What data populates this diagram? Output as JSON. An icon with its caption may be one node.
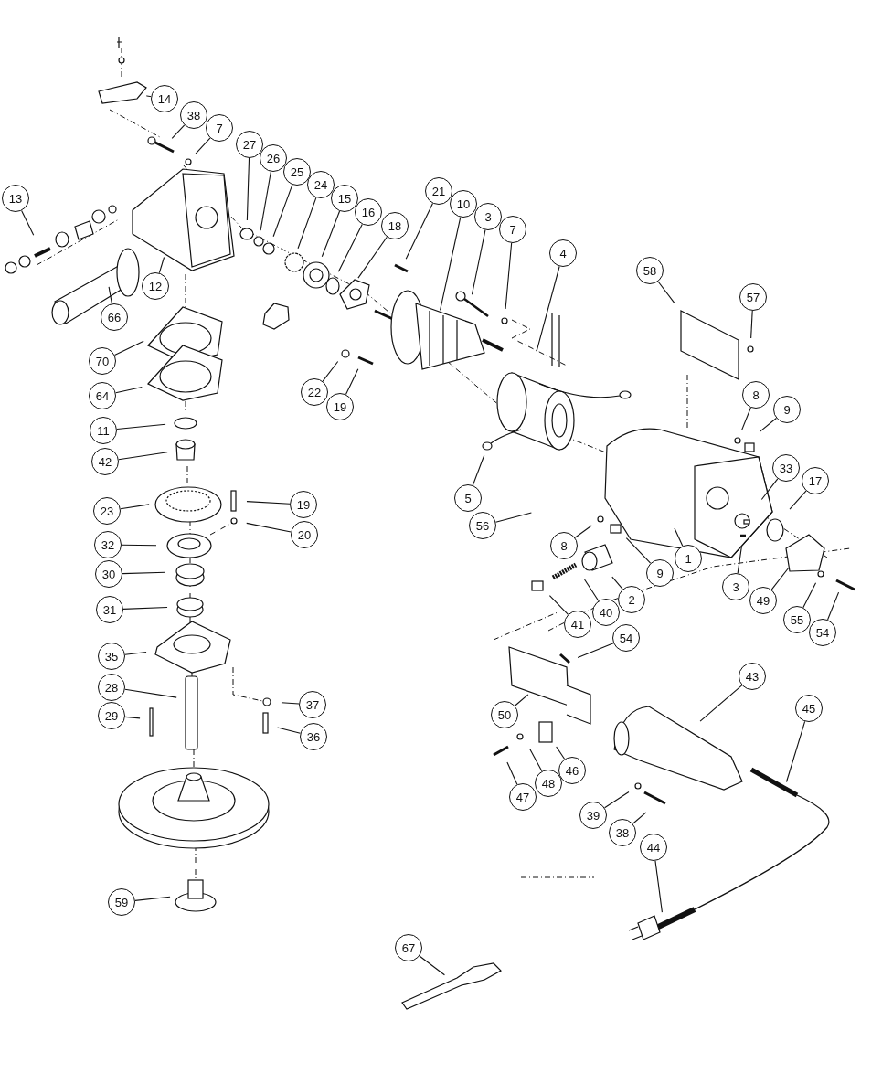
{
  "diagram": {
    "nodes": [
      {
        "text": [
          "14"
        ]
      },
      {
        "text": [
          "38"
        ]
      },
      {
        "text": [
          "7"
        ]
      },
      {
        "text": [
          "27"
        ]
      },
      {
        "text": [
          "26"
        ]
      },
      {
        "text": [
          "25"
        ]
      },
      {
        "text": [
          "24"
        ]
      },
      {
        "text": [
          "15"
        ]
      },
      {
        "text": [
          "16"
        ]
      },
      {
        "text": [
          "18"
        ]
      },
      {
        "text": [
          "21"
        ]
      },
      {
        "text": [
          "10"
        ]
      },
      {
        "text": [
          "3"
        ]
      },
      {
        "text": [
          "7"
        ]
      },
      {
        "text": [
          "4"
        ]
      },
      {
        "text": [
          "58"
        ]
      },
      {
        "text": [
          "57"
        ]
      },
      {
        "text": [
          "13"
        ]
      },
      {
        "text": [
          "12"
        ]
      },
      {
        "text": [
          "66"
        ]
      },
      {
        "text": [
          "70"
        ]
      },
      {
        "text": [
          "64"
        ]
      },
      {
        "text": [
          "11"
        ]
      },
      {
        "text": [
          "42"
        ]
      },
      {
        "text": [
          "23"
        ]
      },
      {
        "text": [
          "32"
        ]
      },
      {
        "text": [
          "30"
        ]
      },
      {
        "text": [
          "31"
        ]
      },
      {
        "text": [
          "35"
        ]
      },
      {
        "text": [
          "28"
        ]
      },
      {
        "text": [
          "29"
        ]
      },
      {
        "text": [
          "19"
        ]
      },
      {
        "text": [
          "20"
        ]
      },
      {
        "text": [
          "37"
        ]
      },
      {
        "text": [
          "36"
        ]
      },
      {
        "text": [
          "22"
        ]
      },
      {
        "text": [
          "19"
        ]
      },
      {
        "text": [
          "5"
        ]
      },
      {
        "text": [
          "56"
        ]
      },
      {
        "text": [
          "8"
        ]
      },
      {
        "text": [
          "9"
        ]
      },
      {
        "text": [
          "1"
        ]
      },
      {
        "text": [
          "2"
        ]
      },
      {
        "text": [
          "40"
        ]
      },
      {
        "text": [
          "41"
        ]
      },
      {
        "text": [
          "3"
        ]
      },
      {
        "text": [
          "49"
        ]
      },
      {
        "text": [
          "55"
        ]
      },
      {
        "text": [
          "54"
        ]
      },
      {
        "text": [
          "33"
        ]
      },
      {
        "text": [
          "17"
        ]
      },
      {
        "text": [
          "8"
        ]
      },
      {
        "text": [
          "9"
        ]
      },
      {
        "text": [
          "54"
        ]
      },
      {
        "text": [
          "50"
        ]
      },
      {
        "text": [
          "46"
        ]
      },
      {
        "text": [
          "48"
        ]
      },
      {
        "text": [
          "47"
        ]
      },
      {
        "text": [
          "43"
        ]
      },
      {
        "text": [
          "45"
        ]
      },
      {
        "text": [
          "39"
        ]
      },
      {
        "text": [
          "38"
        ]
      },
      {
        "text": [
          "44"
        ]
      },
      {
        "text": [
          "59"
        ]
      },
      {
        "text": [
          "67"
        ]
      }
    ],
    "edges": [
      {
        "from": 0,
        "to": null,
        "arrow": "none",
        "style": "dashed"
      },
      {
        "from": 1,
        "to": null,
        "arrow": "none"
      },
      {
        "from": 2,
        "to": null,
        "arrow": "none"
      },
      {
        "from": 3,
        "to": null,
        "arrow": "none"
      },
      {
        "from": 4,
        "to": null,
        "arrow": "none"
      },
      {
        "from": 5,
        "to": null,
        "arrow": "none"
      },
      {
        "from": 6,
        "to": null,
        "arrow": "none"
      },
      {
        "from": 7,
        "to": null,
        "arrow": "none"
      },
      {
        "from": 8,
        "to": null,
        "arrow": "none"
      },
      {
        "from": 9,
        "to": null,
        "arrow": "none"
      },
      {
        "from": 10,
        "to": null,
        "arrow": "none"
      },
      {
        "from": 11,
        "to": null,
        "arrow": "none"
      },
      {
        "from": 12,
        "to": null,
        "arrow": "none"
      },
      {
        "from": 13,
        "to": null,
        "arrow": "none"
      },
      {
        "from": 14,
        "to": null,
        "arrow": "none"
      },
      {
        "from": 15,
        "to": null,
        "arrow": "none"
      },
      {
        "from": 16,
        "to": null,
        "arrow": "none"
      },
      {
        "from": 17,
        "to": null,
        "arrow": "none"
      },
      {
        "from": 18,
        "to": null,
        "arrow": "none"
      },
      {
        "from": 19,
        "to": null,
        "arrow": "none"
      },
      {
        "from": 20,
        "to": null,
        "arrow": "none"
      },
      {
        "from": 21,
        "to": null,
        "arrow": "none"
      },
      {
        "from": 22,
        "to": null,
        "arrow": "none"
      },
      {
        "from": 23,
        "to": null,
        "arrow": "none"
      },
      {
        "from": 24,
        "to": null,
        "arrow": "none"
      },
      {
        "from": 25,
        "to": null,
        "arrow": "none"
      },
      {
        "from": 26,
        "to": null,
        "arrow": "none"
      },
      {
        "from": 27,
        "to": null,
        "arrow": "none"
      },
      {
        "from": 28,
        "to": null,
        "arrow": "none"
      },
      {
        "from": 29,
        "to": null,
        "arrow": "none"
      },
      {
        "from": 30,
        "to": null,
        "arrow": "none"
      },
      {
        "from": 31,
        "to": null,
        "arrow": "none"
      },
      {
        "from": 32,
        "to": null,
        "arrow": "none"
      },
      {
        "from": 33,
        "to": null,
        "arrow": "none"
      },
      {
        "from": 34,
        "to": null,
        "arrow": "none"
      },
      {
        "from": 35,
        "to": null,
        "arrow": "none"
      },
      {
        "from": 36,
        "to": null,
        "arrow": "none"
      },
      {
        "from": 37,
        "to": null,
        "arrow": "none"
      },
      {
        "from": 38,
        "to": null,
        "arrow": "none"
      },
      {
        "from": 39,
        "to": null,
        "arrow": "none"
      },
      {
        "from": 40,
        "to": null,
        "arrow": "none"
      },
      {
        "from": 41,
        "to": null,
        "arrow": "none"
      },
      {
        "from": 42,
        "to": null,
        "arrow": "none"
      },
      {
        "from": 43,
        "to": null,
        "arrow": "none"
      },
      {
        "from": 44,
        "to": null,
        "arrow": "none"
      },
      {
        "from": 45,
        "to": null,
        "arrow": "none"
      },
      {
        "from": 46,
        "to": null,
        "arrow": "none"
      },
      {
        "from": 47,
        "to": null,
        "arrow": "none"
      },
      {
        "from": 48,
        "to": null,
        "arrow": "none"
      },
      {
        "from": 49,
        "to": null,
        "arrow": "none"
      },
      {
        "from": 50,
        "to": null,
        "arrow": "none"
      },
      {
        "from": 51,
        "to": null,
        "arrow": "none"
      },
      {
        "from": 52,
        "to": null,
        "arrow": "none"
      },
      {
        "from": 53,
        "to": null,
        "arrow": "none"
      },
      {
        "from": 54,
        "to": null,
        "arrow": "none"
      },
      {
        "from": 55,
        "to": null,
        "arrow": "none"
      },
      {
        "from": 56,
        "to": null,
        "arrow": "none"
      },
      {
        "from": 57,
        "to": null,
        "arrow": "none"
      },
      {
        "from": 58,
        "to": null,
        "arrow": "none"
      },
      {
        "from": 59,
        "to": null,
        "arrow": "none"
      },
      {
        "from": 60,
        "to": null,
        "arrow": "none"
      },
      {
        "from": 61,
        "to": null,
        "arrow": "none"
      },
      {
        "from": 62,
        "to": null,
        "arrow": "none"
      },
      {
        "from": 63,
        "to": null,
        "arrow": "none"
      },
      {
        "from": 64,
        "to": null,
        "arrow": "none"
      }
    ]
  }
}
